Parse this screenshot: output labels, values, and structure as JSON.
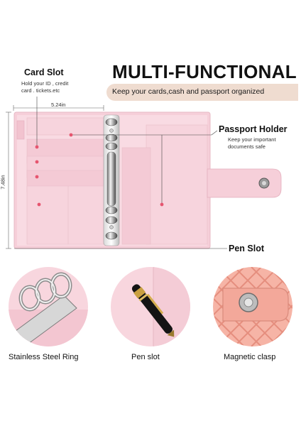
{
  "header": {
    "title": "MULTI-FUNCTIONAL",
    "tagline": "Keep your cards,cash and passport organized"
  },
  "callouts": {
    "card_slot": {
      "title": "Card Slot",
      "lines": [
        "Hold your ID , credit",
        "card . tickets.etc"
      ]
    },
    "passport_holder": {
      "title": "Passport Holder",
      "lines": [
        "Keep your important",
        "documents safe"
      ]
    },
    "pen_slot": {
      "title": "Pen Slot"
    }
  },
  "dimensions": {
    "width": "5.24in",
    "height": "7.48in"
  },
  "features": [
    {
      "caption": "Stainless Steel Ring",
      "icon": "binder-ring-icon"
    },
    {
      "caption": "Pen slot",
      "icon": "pen-icon"
    },
    {
      "caption": "Magnetic clasp",
      "icon": "snap-button-icon"
    }
  ],
  "colors": {
    "binder_pink": "#f6cfd9",
    "banner": "#efdcd0",
    "dot": "#e6556f",
    "clasp_pink": "#f3a89a"
  }
}
